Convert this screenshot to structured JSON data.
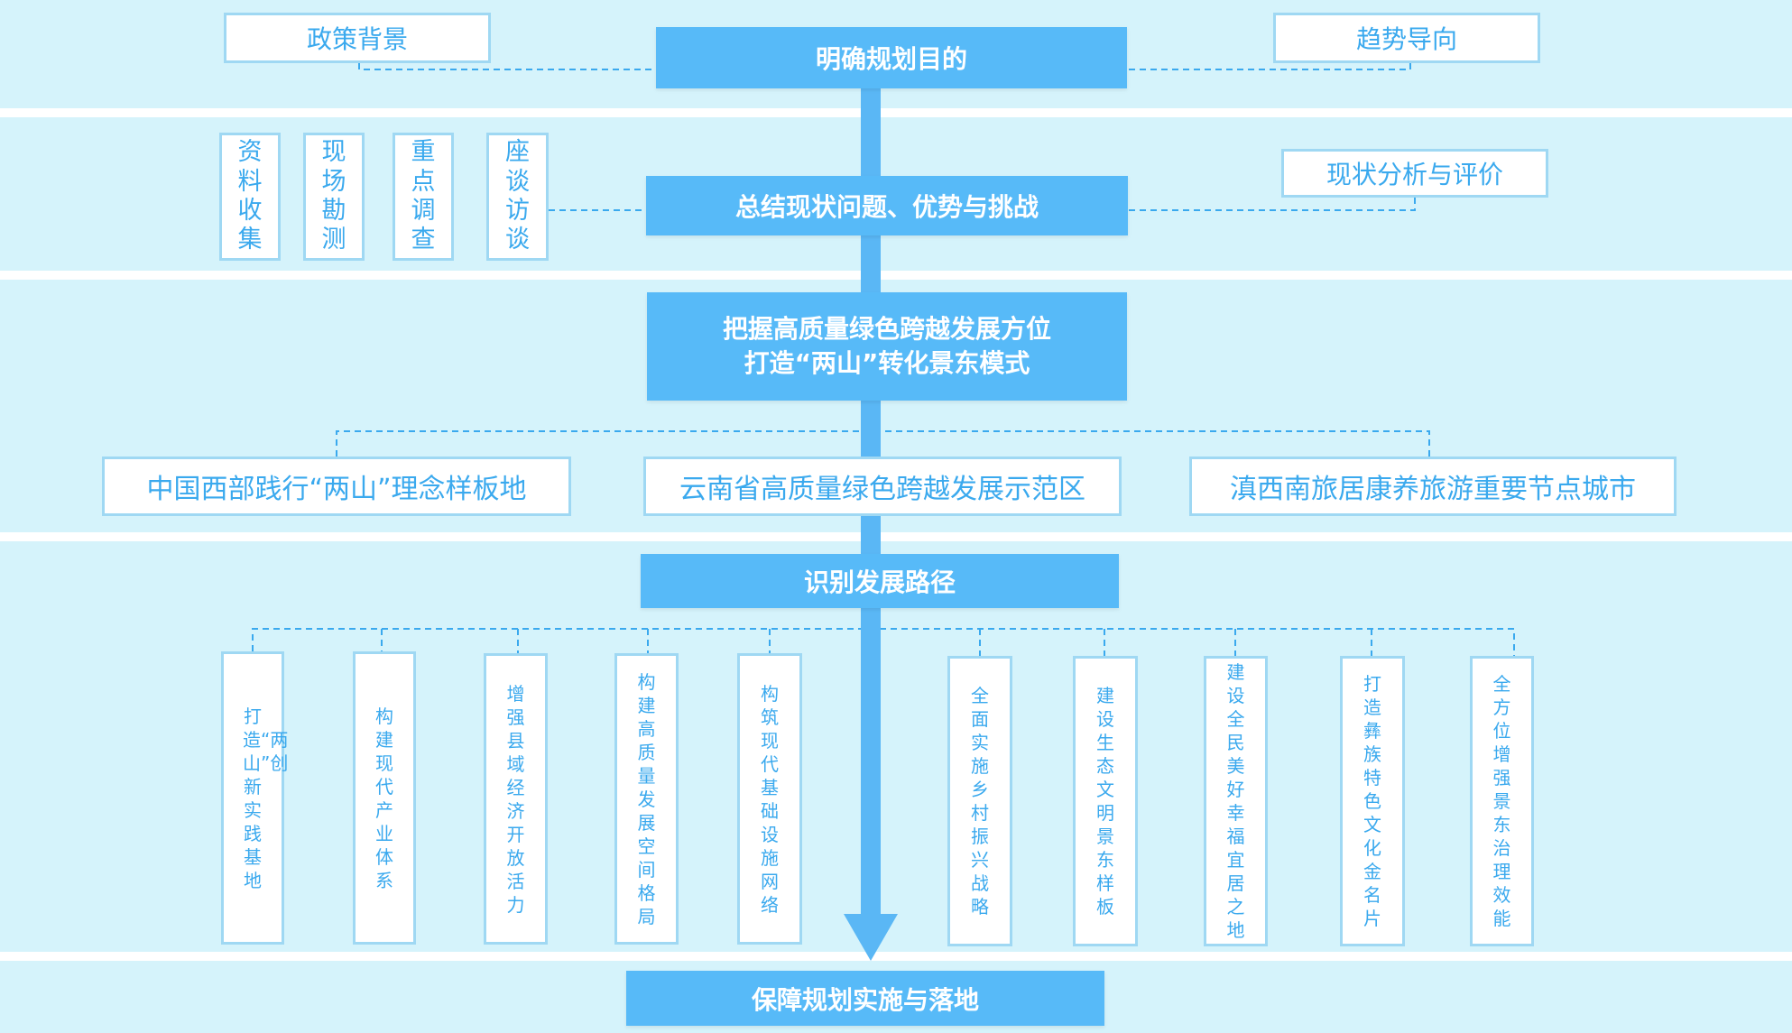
{
  "context": {
    "left": "政策背景",
    "right": "趋势导向"
  },
  "steps": {
    "s1": "明确规划目的",
    "s2": "总结现状问题、优势与挑战",
    "s3_line1": "把握高质量绿色跨越发展方位",
    "s3_line2": "打造“两山”转化景东模式",
    "s4": "识别发展路径",
    "s5": "保障规划实施与落地"
  },
  "research": [
    "资料收集",
    "现场勘测",
    "重点调查",
    "座谈访谈"
  ],
  "analysis": "现状分析与评价",
  "positions": [
    "中国西部践行“两山”理念样板地",
    "云南省高质量绿色跨越发展示范区",
    "滇西南旅居康养旅游重要节点城市"
  ],
  "paths": [
    "打造“两山”创新实践基地",
    "构建现代产业体系",
    "增强县域经济开放活力",
    "构建高质量发展空间格局",
    "构筑现代基础设施网络",
    "全面实施乡村振兴战略",
    "建设生态文明景东样板",
    "建设全民美好幸福宜居之地",
    "打造彝族特色文化金名片",
    "全方位增强景东治理效能"
  ],
  "colors": {
    "band": "#d5f3fb",
    "solid": "#57baf8",
    "text": "#3aa9ee",
    "border": "#9fd8f3",
    "arrow": "#5ab7f5"
  }
}
